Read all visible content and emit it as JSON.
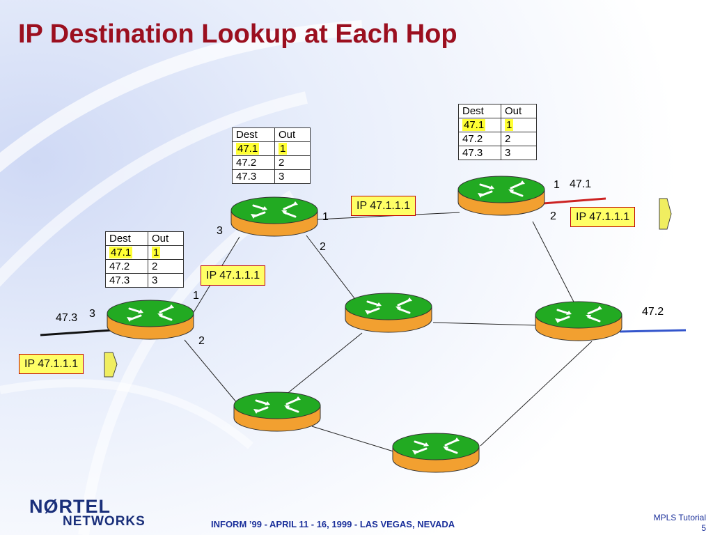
{
  "title": "IP Destination Lookup at Each Hop",
  "colors": {
    "title": "#9b0f1f",
    "router_top": "#22aa22",
    "router_side": "#f2a030",
    "highlight": "#ffff33",
    "link_red": "#cc2222",
    "link_blue": "#3355cc",
    "footer": "#1a2f9a"
  },
  "tables": [
    {
      "header": [
        "Dest",
        "Out"
      ],
      "rows": [
        [
          "47.1",
          "1"
        ],
        [
          "47.2",
          "2"
        ],
        [
          "47.3",
          "3"
        ]
      ]
    },
    {
      "header": [
        "Dest",
        "Out"
      ],
      "rows": [
        [
          "47.1",
          "1"
        ],
        [
          "47.2",
          "2"
        ],
        [
          "47.3",
          "3"
        ]
      ]
    },
    {
      "header": [
        "Dest",
        "Out"
      ],
      "rows": [
        [
          "47.1",
          "1"
        ],
        [
          "47.2",
          "2"
        ],
        [
          "47.3",
          "3"
        ]
      ]
    }
  ],
  "packets": [
    "IP 47.1.1.1",
    "IP 47.1.1.1",
    "IP 47.1.1.1",
    "IP 47.1.1.1"
  ],
  "ports": {
    "r1_p3": "3",
    "r1_p1": "1",
    "r1_p2": "2",
    "r2_p3": "3",
    "r2_p1": "1",
    "r2_p2": "2",
    "r3_p1": "1",
    "r3_p2": "2"
  },
  "networks": {
    "n47_3": "47.3",
    "n47_1": "47.1",
    "n47_2": "47.2"
  },
  "logo": {
    "line1": "NØRTEL",
    "line2": "NETWORKS"
  },
  "footer": {
    "event": "INFORM ’99 - APRIL 11 - 16, 1999 - LAS VEGAS, NEVADA",
    "course": "MPLS Tutorial",
    "page": "5"
  }
}
